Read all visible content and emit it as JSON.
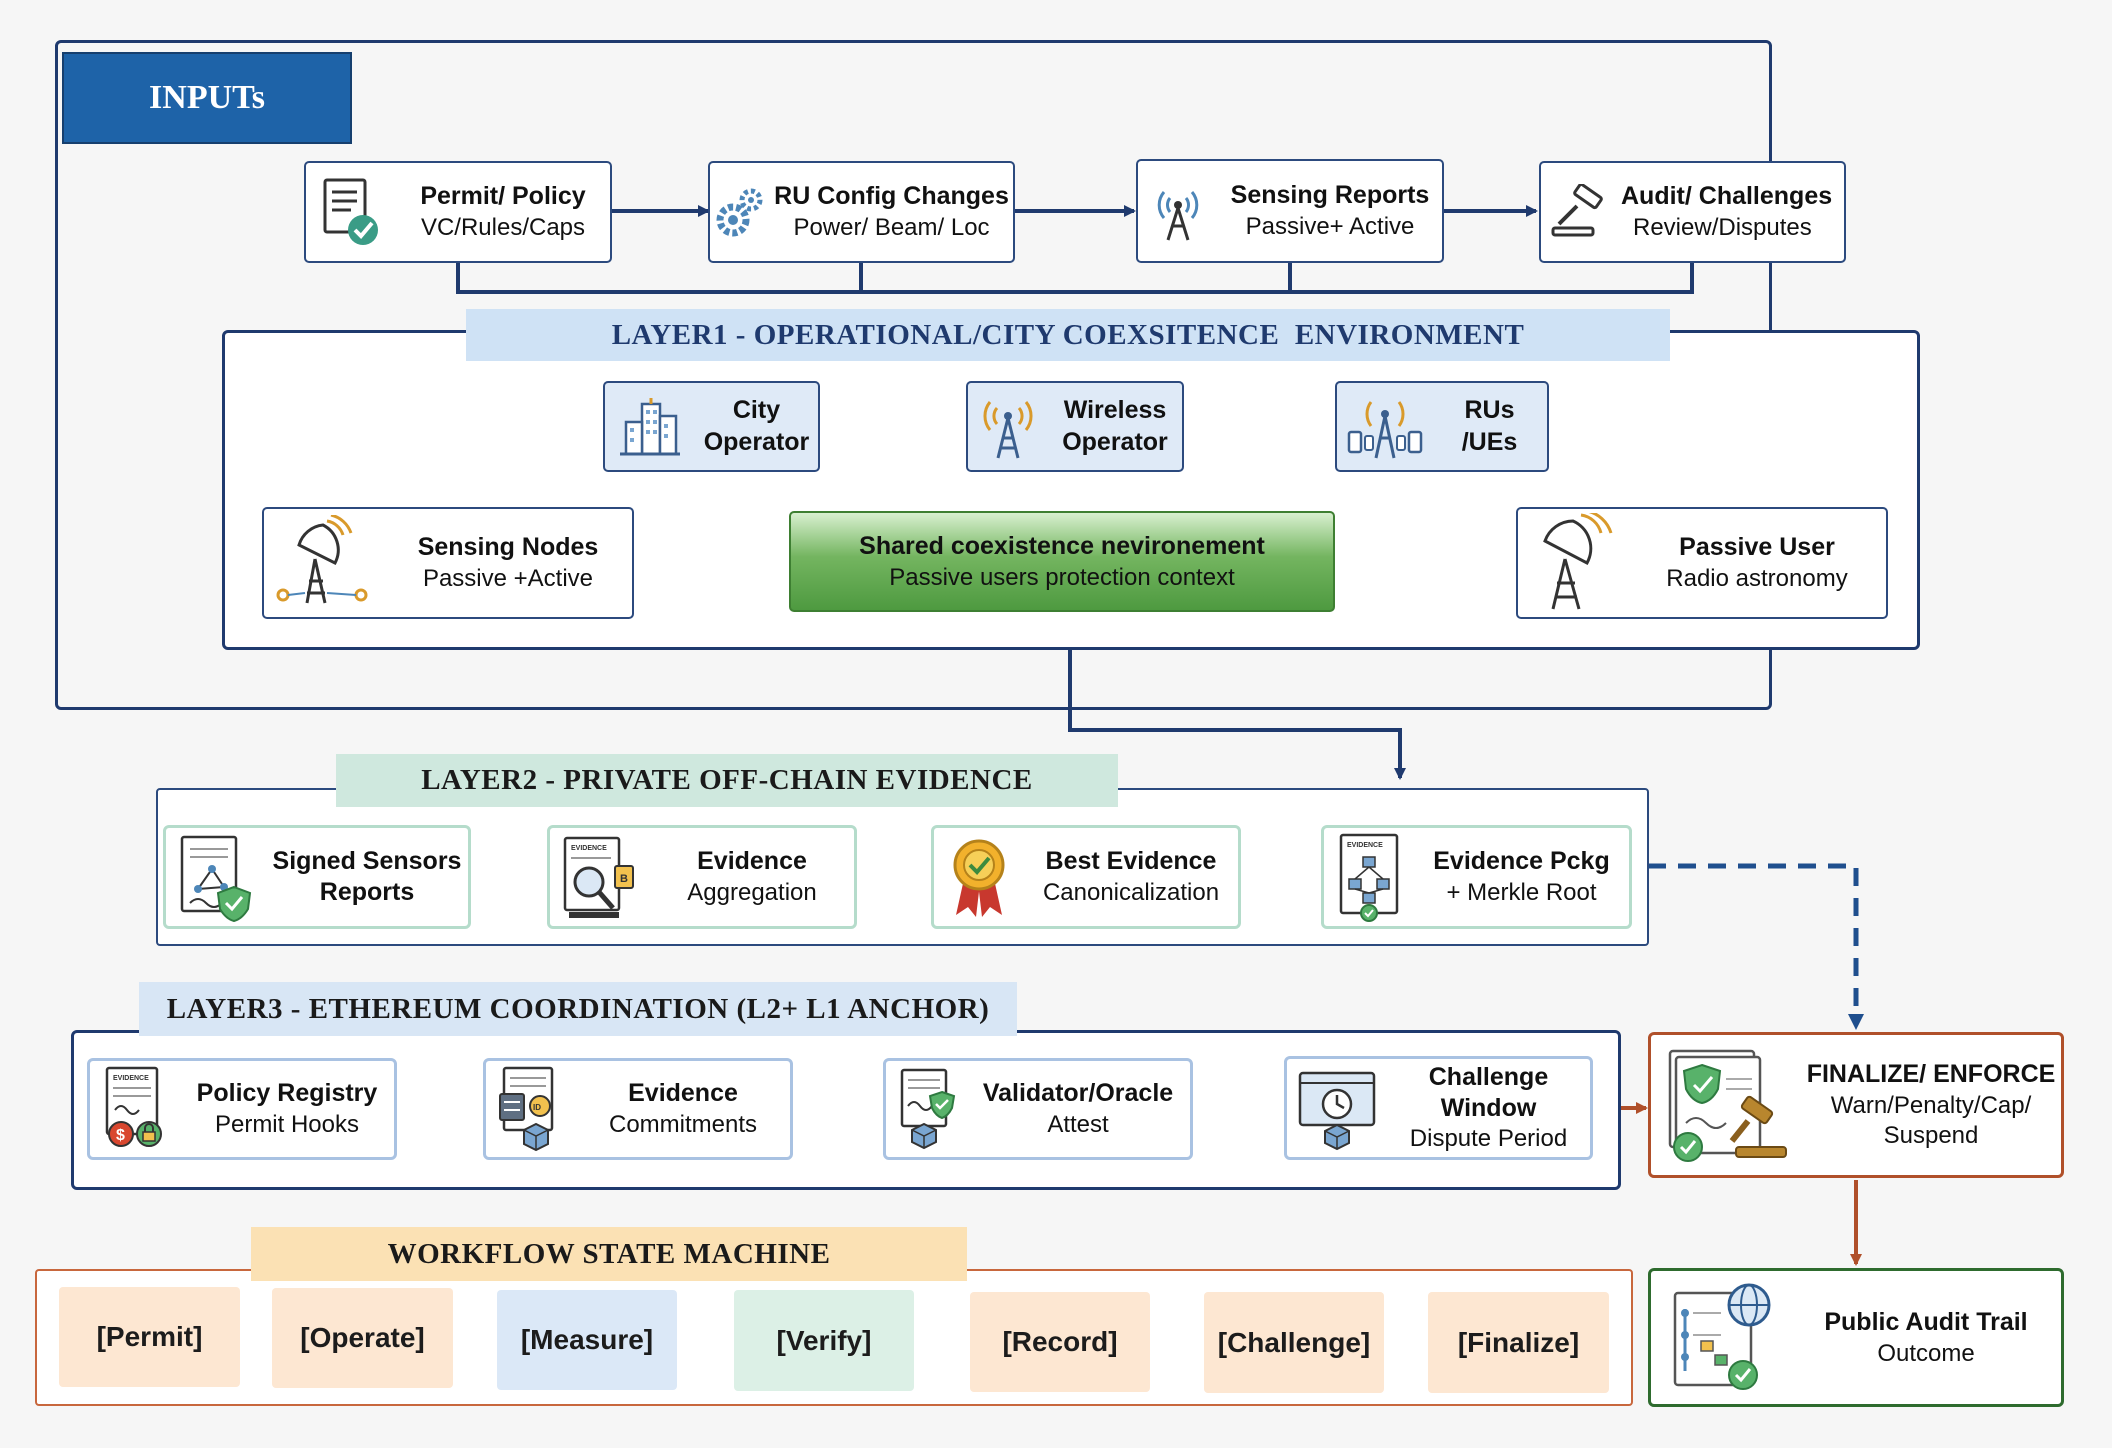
{
  "inputs": {
    "title": "INPUTs",
    "nodes": [
      {
        "title": "Permit/ Policy",
        "sub": "VC/Rules/Caps",
        "icon": "document-check-icon"
      },
      {
        "title": "RU Config Changes",
        "sub": "Power/ Beam/ Loc",
        "icon": "gears-icon"
      },
      {
        "title": "Sensing Reports",
        "sub": "Passive+ Active",
        "icon": "antenna-icon"
      },
      {
        "title": "Audit/ Challenges",
        "sub": "Review/Disputes",
        "icon": "gavel-icon"
      }
    ]
  },
  "layer1": {
    "title": "LAYER1 - OPERATIONAL/CITY COEXSITENCE  ENVIRONMENT",
    "city": {
      "title": "City",
      "sub": "Operator",
      "icon": "city-building-icon"
    },
    "wireless": {
      "title": "Wireless",
      "sub": "Operator",
      "icon": "radio-tower-icon"
    },
    "rus": {
      "title": "RUs",
      "sub": "/UEs",
      "icon": "tower-devices-icon"
    },
    "sensing": {
      "title": "Sensing Nodes",
      "sub": "Passive +Active",
      "icon": "satellite-dish-icon"
    },
    "shared": {
      "title": "Shared coexistence nevironement",
      "sub": "Passive users protection context"
    },
    "passive": {
      "title": "Passive User",
      "sub": "Radio astronomy",
      "icon": "radio-telescope-icon"
    }
  },
  "layer2": {
    "title": "LAYER2 - PRIVATE OFF-CHAIN EVIDENCE",
    "nodes": [
      {
        "title": "Signed Sensors",
        "sub": "Reports",
        "icon": "signed-report-icon"
      },
      {
        "title": "Evidence",
        "sub": "Aggregation",
        "icon": "evidence-magnifier-icon",
        "badge": "EVIDENCE"
      },
      {
        "title": "Best Evidence",
        "sub": "Canonicalization",
        "icon": "award-medal-icon"
      },
      {
        "title": "Evidence Pckg",
        "sub": "+ Merkle Root",
        "icon": "merkle-package-icon",
        "badge": "EVIDENCE"
      }
    ]
  },
  "layer3": {
    "title": "LAYER3 - ETHEREUM COORDINATION (L2+ L1 ANCHOR)",
    "nodes": [
      {
        "title": "Policy Registry",
        "sub": "Permit Hooks",
        "icon": "policy-registry-icon",
        "badge": "EVIDENCE"
      },
      {
        "title": "Evidence",
        "sub": "Commitments",
        "icon": "commitment-server-icon"
      },
      {
        "title": "Validator/Oracle",
        "sub": "Attest",
        "icon": "validator-document-icon"
      },
      {
        "title": "Challenge",
        "title2": "Window",
        "sub": "Dispute Period",
        "icon": "clock-window-icon"
      }
    ]
  },
  "finalize": {
    "title": "FINALIZE/ ENFORCE",
    "line2": "Warn/Penalty/Cap/",
    "line3": "Suspend",
    "icon": "certificate-gavel-icon"
  },
  "audit": {
    "title": "Public Audit Trail",
    "sub": "Outcome",
    "icon": "audit-globe-icon"
  },
  "workflow": {
    "title": "WORKFLOW STATE MACHINE",
    "states": [
      "[Permit]",
      "[Operate]",
      "[Measure]",
      "[Verify]",
      "[Record]",
      "[Challenge]",
      "[Finalize]"
    ]
  },
  "colors": {
    "navy": "#1f3a6e",
    "inputs_banner": "#1e63a8",
    "layer1_banner": "#cfe2f5",
    "layer2_banner": "#cfe8de",
    "layer3_banner": "#d8e6f5",
    "workflow_banner": "#fbe1b4",
    "shared_green": "#4e9a40",
    "brown": "#b0502a",
    "audit_green": "#2e6b2e"
  }
}
